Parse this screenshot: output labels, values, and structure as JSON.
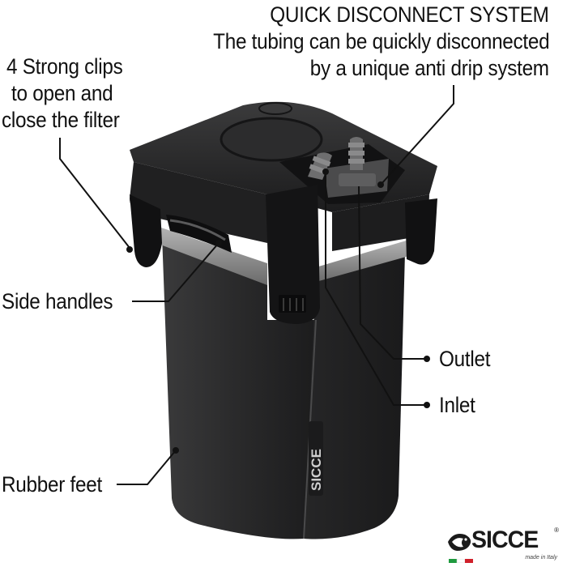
{
  "callouts": {
    "clips": [
      "4 Strong clips",
      "to open and",
      "close the filter"
    ],
    "quick_disconnect_title": "QUICK DISCONNECT SYSTEM",
    "quick_disconnect_desc": [
      "The tubing can be quickly disconnected",
      "by a unique anti drip system"
    ],
    "side_handles": "Side handles",
    "outlet": "Outlet",
    "inlet": "Inlet",
    "rubber_feet": "Rubber feet"
  },
  "product": {
    "body_logo": "SICCE",
    "body_color": "#2a2a2b",
    "lid_color": "#1f1f20",
    "band_color": "#8c8c8c"
  },
  "brand": {
    "name": "SICCE",
    "registered": "®",
    "tagline": "made in Italy",
    "flag_colors": [
      "#1f9a3e",
      "#ffffff",
      "#d0202a"
    ]
  }
}
